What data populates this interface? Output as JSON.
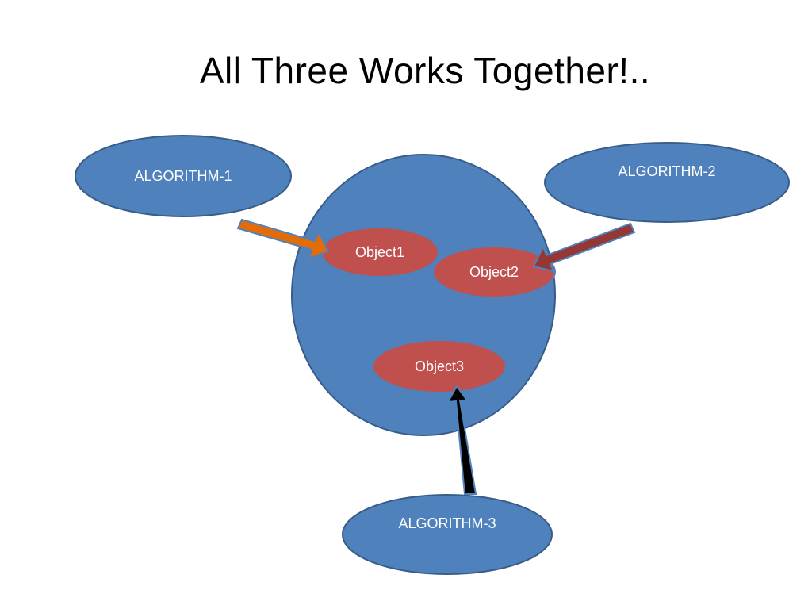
{
  "title": "All Three Works Together!..",
  "algorithms": [
    {
      "label": "ALGORITHM-1"
    },
    {
      "label": "ALGORITHM-2"
    },
    {
      "label": "ALGORITHM-3"
    }
  ],
  "objects": [
    {
      "label": "Object1"
    },
    {
      "label": "Object2"
    },
    {
      "label": "Object3"
    }
  ],
  "colors": {
    "ellipse_fill": "#4f81bd",
    "ellipse_stroke": "#385d8a",
    "object_fill": "#c0504d",
    "object_stroke": "#4f81bd",
    "arrow_1": "#e36c09",
    "arrow_2": "#953735",
    "arrow_3": "#000000"
  }
}
